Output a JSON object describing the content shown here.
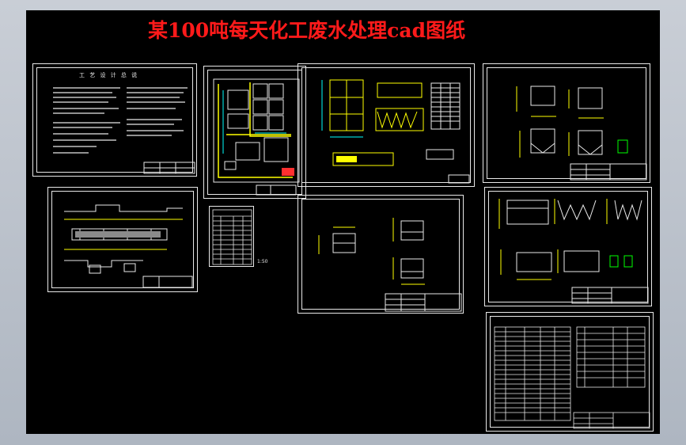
{
  "title": "某100吨每天化工废水处理cad图纸",
  "colors": {
    "background": "#000000",
    "title": "#ff1a1a",
    "line": "#e8e8e8",
    "yellow": "#ffff00",
    "cyan": "#00ffff",
    "green": "#00ff00",
    "red": "#ff3030"
  },
  "sheets": [
    {
      "id": "design-notes",
      "text": "工 艺 设 计 总 说"
    },
    {
      "id": "site-plan"
    },
    {
      "id": "tank-plan-sections"
    },
    {
      "id": "equipment-details-1"
    },
    {
      "id": "process-profile"
    },
    {
      "id": "material-table"
    },
    {
      "id": "pump-pit-details",
      "text": "1:50"
    },
    {
      "id": "tank-sections-2"
    },
    {
      "id": "equipment-list"
    }
  ]
}
